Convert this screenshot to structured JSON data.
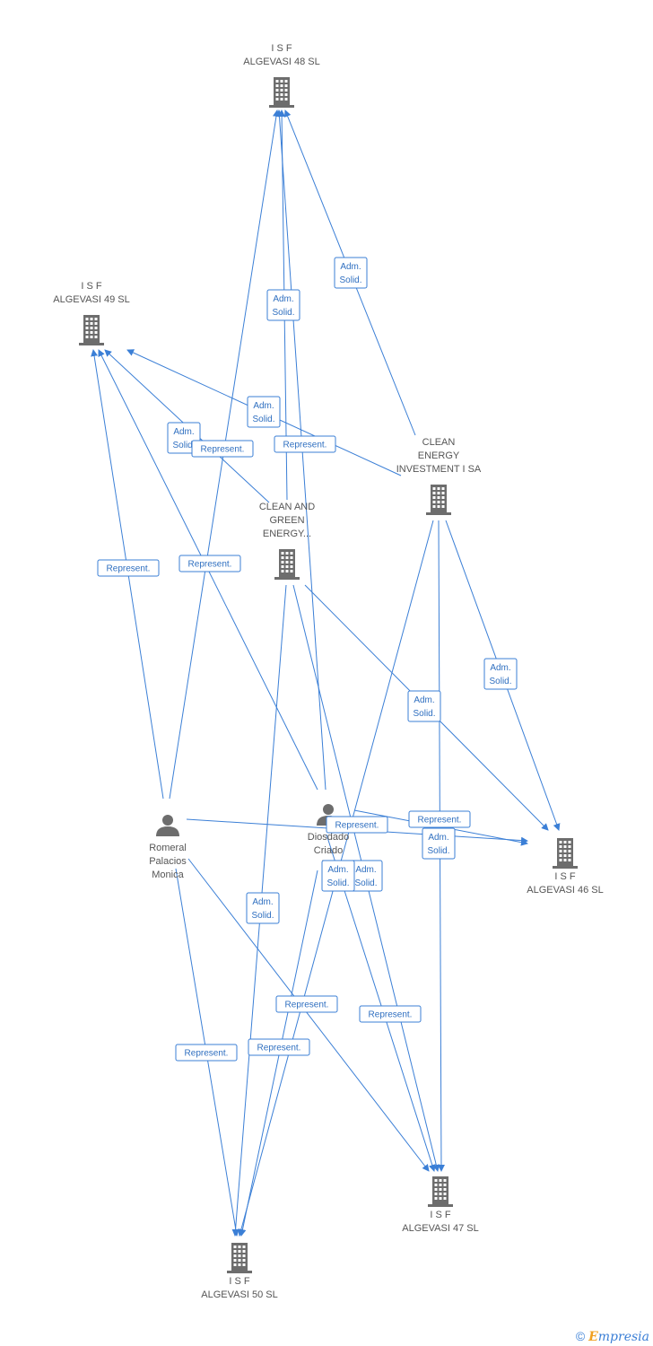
{
  "nodes": [
    {
      "id": "isf48",
      "type": "company",
      "label": [
        "I S F",
        "ALGEVASI 48 SL"
      ]
    },
    {
      "id": "isf49",
      "type": "company",
      "label": [
        "I S F",
        "ALGEVASI 49 SL"
      ]
    },
    {
      "id": "clean_energy",
      "type": "company",
      "label": [
        "CLEAN",
        "ENERGY",
        "INVESTMENT I SA"
      ]
    },
    {
      "id": "clean_green",
      "type": "company",
      "label": [
        "CLEAN AND",
        "GREEN",
        "ENERGY..."
      ]
    },
    {
      "id": "romeral",
      "type": "person",
      "label": [
        "Romeral",
        "Palacios",
        "Monica"
      ]
    },
    {
      "id": "diosdado",
      "type": "person",
      "label": [
        "Diosdado",
        "Criado",
        "P..."
      ]
    },
    {
      "id": "isf46",
      "type": "company",
      "label": [
        "I S F",
        "ALGEVASI 46 SL"
      ]
    },
    {
      "id": "isf47",
      "type": "company",
      "label": [
        "I S F",
        "ALGEVASI 47 SL"
      ]
    },
    {
      "id": "isf50",
      "type": "company",
      "label": [
        "I S F",
        "ALGEVASI 50 SL"
      ]
    }
  ],
  "edges": [
    {
      "from": "clean_energy",
      "to": "isf48",
      "label": [
        "Adm.",
        "Solid."
      ]
    },
    {
      "from": "clean_green",
      "to": "isf48",
      "label": [
        "Adm.",
        "Solid."
      ]
    },
    {
      "from": "clean_energy",
      "to": "isf49",
      "label": [
        "Adm.",
        "Solid."
      ]
    },
    {
      "from": "clean_green",
      "to": "isf49",
      "label": [
        "Adm.",
        "Solid."
      ]
    },
    {
      "from": "diosdado",
      "to": "isf48",
      "label": [
        "Represent."
      ]
    },
    {
      "from": "diosdado",
      "to": "isf49",
      "label": [
        "Represent."
      ]
    },
    {
      "from": "romeral",
      "to": "isf49",
      "label": [
        "Represent."
      ]
    },
    {
      "from": "romeral",
      "to": "isf48",
      "label": [
        "Represent."
      ]
    },
    {
      "from": "clean_energy",
      "to": "isf46",
      "label": [
        "Adm.",
        "Solid."
      ]
    },
    {
      "from": "clean_green",
      "to": "isf46",
      "label": [
        "Adm.",
        "Solid."
      ]
    },
    {
      "from": "romeral",
      "to": "isf46",
      "label": [
        "Represent."
      ]
    },
    {
      "from": "diosdado",
      "to": "isf46",
      "label": [
        "Represent."
      ]
    },
    {
      "from": "clean_energy",
      "to": "isf47",
      "label": [
        "Adm.",
        "Solid."
      ]
    },
    {
      "from": "clean_green",
      "to": "isf47",
      "label": [
        "Adm.",
        "Solid."
      ]
    },
    {
      "from": "clean_energy",
      "to": "isf50",
      "label": [
        "Adm.",
        "Solid."
      ]
    },
    {
      "from": "clean_green",
      "to": "isf50",
      "label": [
        "Adm.",
        "Solid."
      ]
    },
    {
      "from": "romeral",
      "to": "isf47",
      "label": [
        "Represent."
      ]
    },
    {
      "from": "diosdado",
      "to": "isf47",
      "label": [
        "Represent."
      ]
    },
    {
      "from": "romeral",
      "to": "isf50",
      "label": [
        "Represent."
      ]
    },
    {
      "from": "diosdado",
      "to": "isf50",
      "label": [
        "Represent."
      ]
    }
  ],
  "footer": {
    "copyright": "©",
    "brand_first": "E",
    "brand_rest": "mpresia"
  },
  "colors": {
    "edge": "#3b7fd6",
    "icon": "#6d6d6d",
    "label": "#555555"
  }
}
